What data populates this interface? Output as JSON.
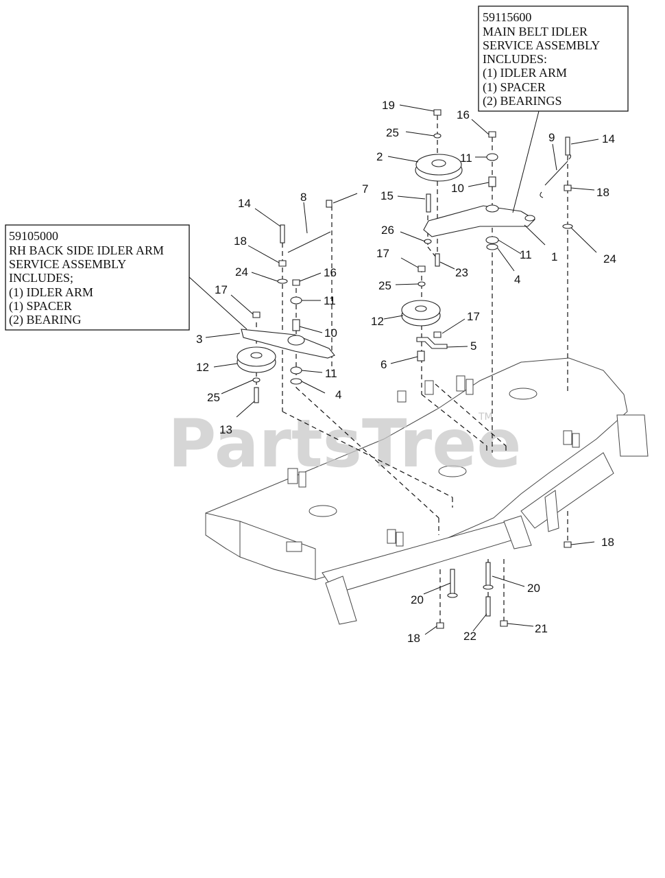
{
  "watermark": {
    "text": "PartsTree",
    "tm": "TM"
  },
  "boxes": [
    {
      "id": "main-belt-idler",
      "lines": [
        "59115600",
        "MAIN BELT IDLER",
        "SERVICE ASSEMBLY",
        "INCLUDES:",
        "(1) IDLER ARM",
        "(1) SPACER",
        "(2) BEARINGS"
      ]
    },
    {
      "id": "rh-back-side-idler",
      "lines": [
        "59105000",
        "RH BACK SIDE IDLER ARM",
        "SERVICE ASSEMBLY",
        "INCLUDES;",
        "(1) IDLER ARM",
        "(1) SPACER",
        "(2) BEARING"
      ]
    }
  ],
  "callouts": [
    "19",
    "25",
    "16",
    "2",
    "11",
    "10",
    "9",
    "14",
    "18",
    "15",
    "26",
    "1",
    "24",
    "23",
    "4",
    "11",
    "17",
    "25",
    "12",
    "17",
    "5",
    "6",
    "14",
    "8",
    "7",
    "18",
    "24",
    "16",
    "11",
    "17",
    "3",
    "10",
    "12",
    "11",
    "25",
    "4",
    "13",
    "18",
    "20",
    "20",
    "18",
    "22",
    "21"
  ]
}
